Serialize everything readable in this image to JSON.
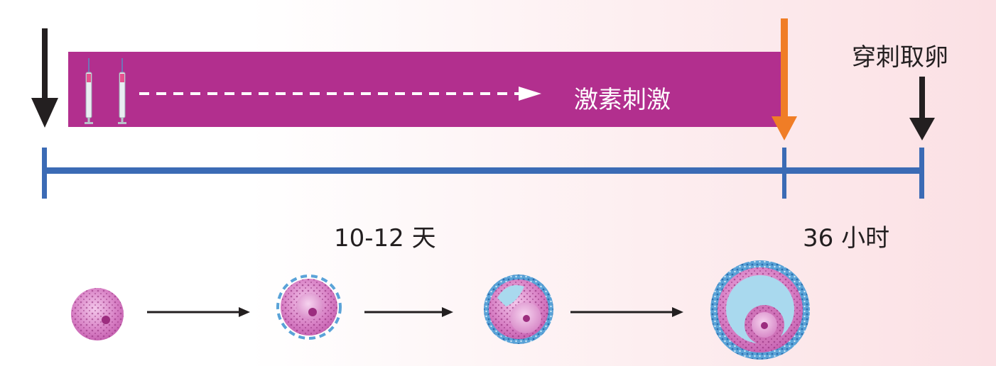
{
  "phases": {
    "stimulation_label": "激素刺激",
    "retrieval_label": "穿刺取卵",
    "stimulation_duration": "10-12 天",
    "trigger_to_retrieval": "36 小时"
  },
  "colors": {
    "stimulation_band": "#b22f8e",
    "timeline": "#3b6bb5",
    "trigger_arrow": "#f07d26",
    "marker_arrow": "#231f20",
    "cell_pink": "#d77fc4",
    "cell_nucleus": "#9c2d7f",
    "granulosa_blue": "#5aa3d8",
    "antrum_fluid": "#a9d9ee"
  },
  "icons": [
    "syringe-icon",
    "syringe-icon",
    "dashed-arrow",
    "follicle-stage-1",
    "follicle-stage-2",
    "follicle-stage-3",
    "follicle-stage-4"
  ]
}
